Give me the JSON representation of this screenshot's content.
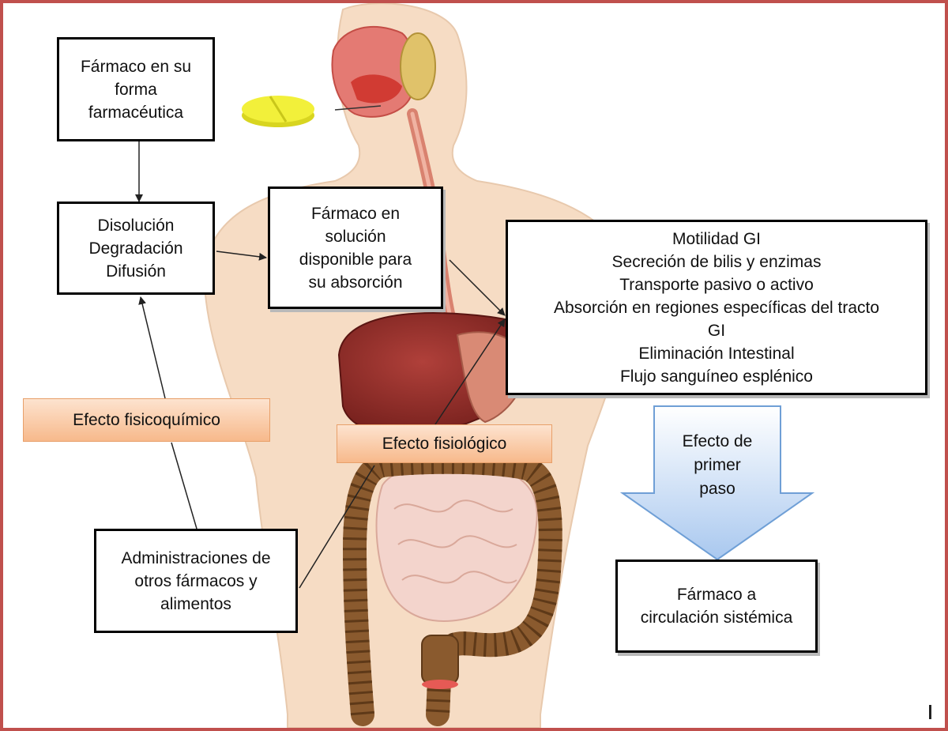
{
  "boxes": {
    "dosage_form": [
      "Fármaco en su",
      "forma",
      "farmacéutica"
    ],
    "processes": [
      "Disolución",
      "Degradación",
      "Difusión"
    ],
    "drug_in_solution": [
      "Fármaco en",
      "solución",
      "disponible para",
      "su absorción"
    ],
    "gi_factors": [
      "Motilidad GI",
      "Secreción de bilis y  enzimas",
      "Transporte pasivo o activo",
      "Absorción en regiones específicas del tracto",
      "GI",
      "Eliminación Intestinal",
      "Flujo sanguíneo esplénico"
    ],
    "other_drugs": [
      "Administraciones de",
      "otros fármacos y",
      "alimentos"
    ],
    "systemic": [
      "Fármaco a",
      "circulación sistémica"
    ]
  },
  "tags": {
    "physicochemical": "Efecto fisicoquímico",
    "physiological": "Efecto fisiológico"
  },
  "first_pass": [
    "Efecto de",
    "primer",
    "paso"
  ],
  "colors": {
    "frame": "#c0504d",
    "tag_fill": "#f7b98b",
    "arrow_fill": "#a9c8ef",
    "skin": "#f6dcc4",
    "liver": "#8e2a26",
    "intestine": "#8a5a2e",
    "tablet": "#f2f03a"
  }
}
